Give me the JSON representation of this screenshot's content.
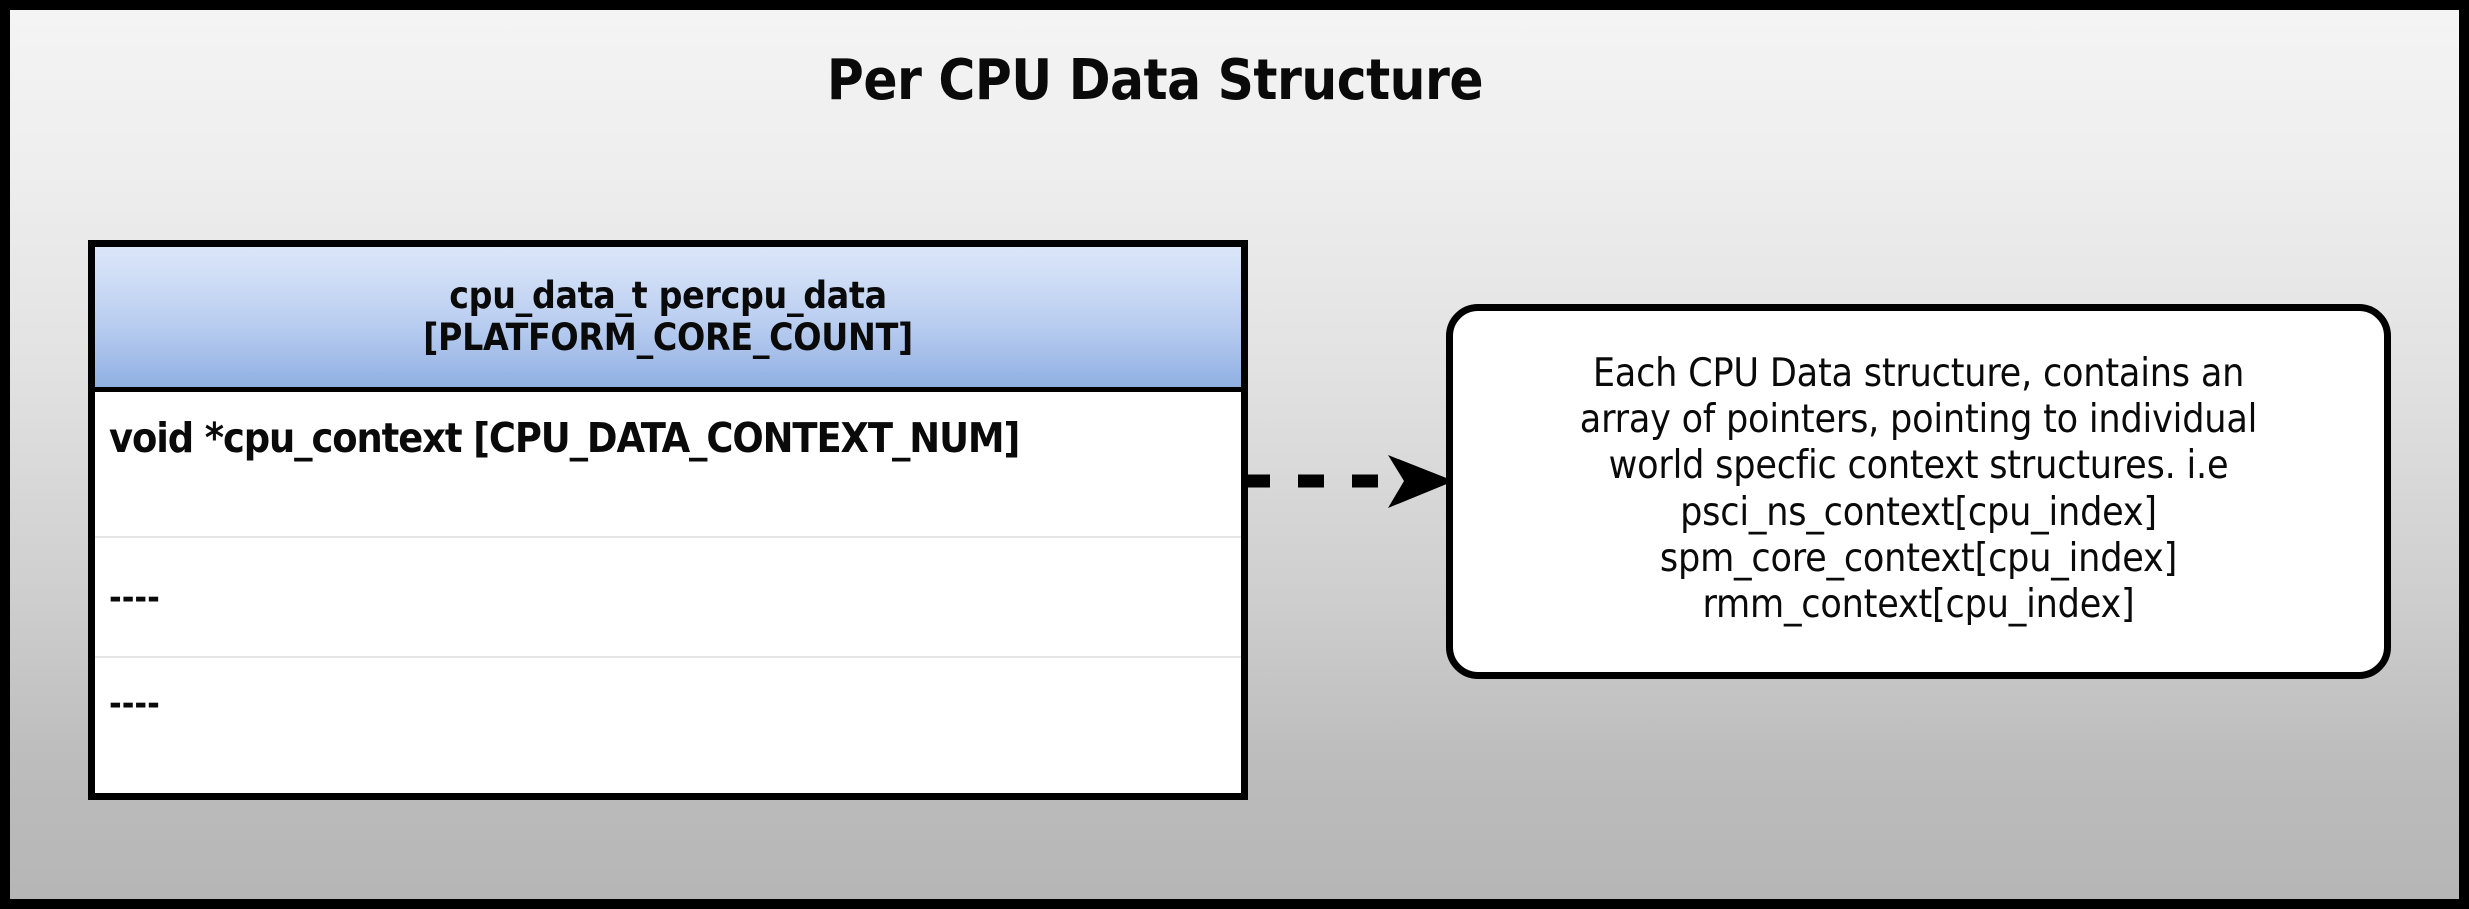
{
  "page": {
    "title": "Per CPU Data Structure",
    "background_top_color": "#f4f4f4",
    "background_bottom_color": "#b6b6b6",
    "border_color": "#000000"
  },
  "struct_table": {
    "header": {
      "line1": "cpu_data_t percpu_data",
      "line2": "[PLATFORM_CORE_COUNT]",
      "gradient_top_color": "#dbe6f9",
      "gradient_bottom_color": "#8fb0e2"
    },
    "rows": [
      {
        "text": "void *cpu_context [CPU_DATA_CONTEXT_NUM]"
      },
      {
        "text": "----"
      },
      {
        "text": "----"
      }
    ]
  },
  "arrow": {
    "style": "dashed",
    "head": "solid-triangle",
    "direction": "right",
    "color": "#000000"
  },
  "callout": {
    "lines": [
      "Each CPU Data structure, contains an",
      "array of pointers, pointing to individual",
      "world specfic context structures. i.e",
      "psci_ns_context[cpu_index]",
      "spm_core_context[cpu_index]",
      "rmm_context[cpu_index]"
    ],
    "border_color": "#000000",
    "fill_color": "#ffffff"
  }
}
